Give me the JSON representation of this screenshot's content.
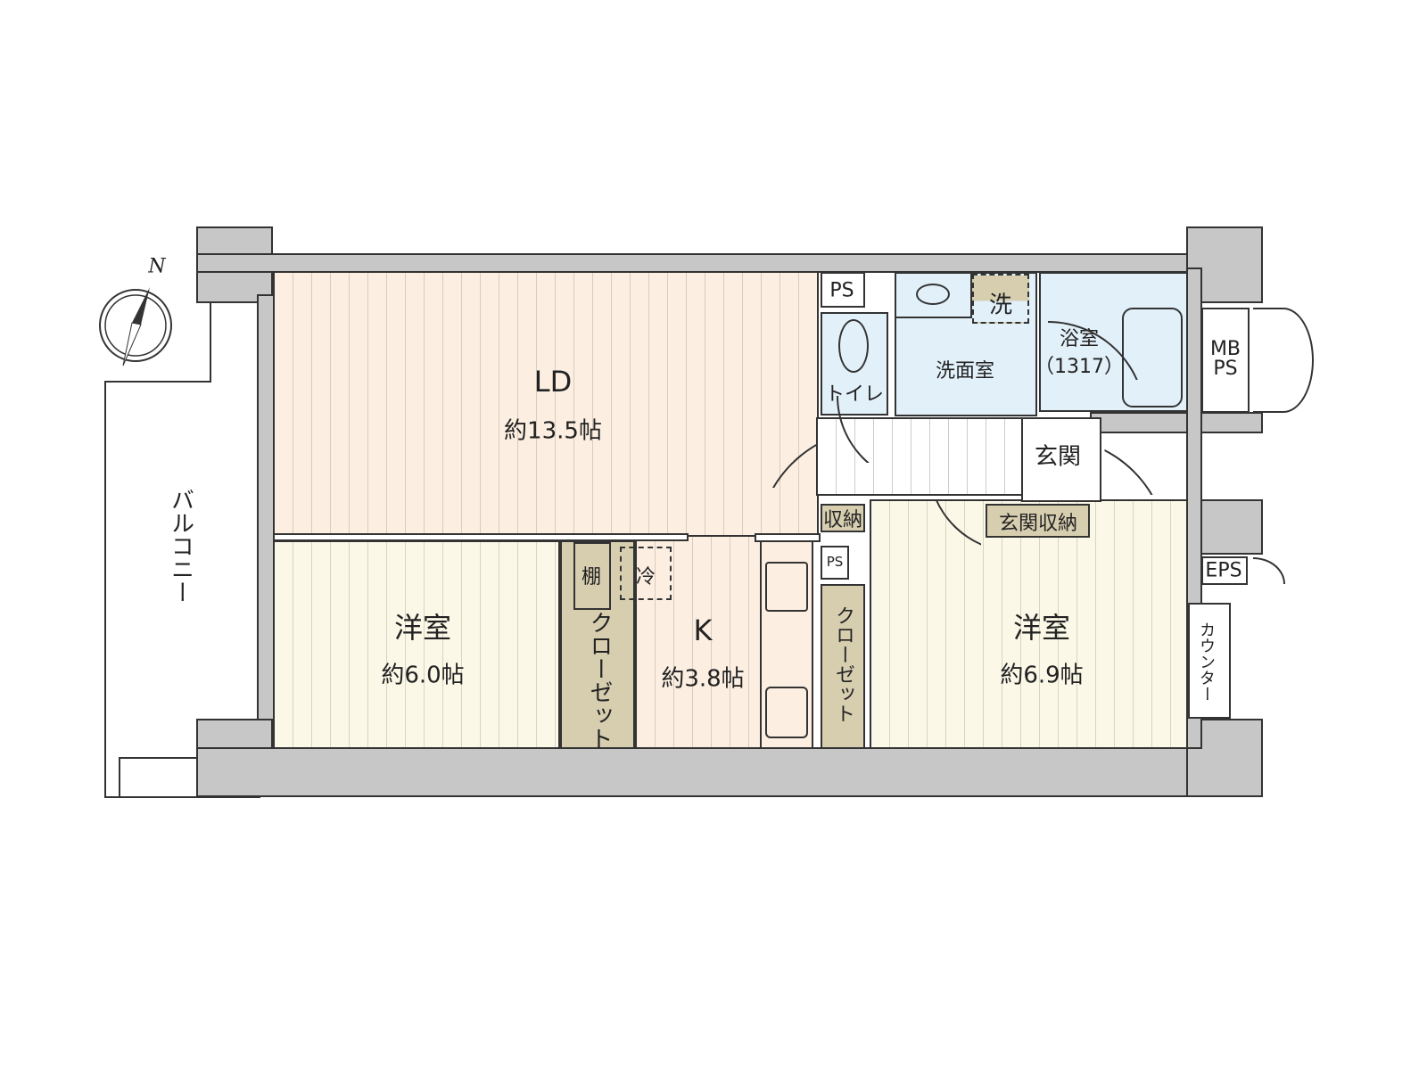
{
  "compass": {
    "label": "N"
  },
  "rooms": {
    "ld": {
      "name": "LD",
      "size": "約13.5帖"
    },
    "western_left": {
      "name": "洋室",
      "size": "約6.0帖"
    },
    "western_right": {
      "name": "洋室",
      "size": "約6.9帖"
    },
    "kitchen": {
      "name": "K",
      "size": "約3.8帖"
    },
    "balcony": "バルコニー",
    "closet_left": "クローゼット",
    "closet_right": "クローゼット",
    "shelf": "棚",
    "fridge": "冷",
    "storage": "収納",
    "entrance": "玄関",
    "entrance_storage": "玄関収納",
    "toilet": "トイレ",
    "washroom": "洗面室",
    "washer": "洗",
    "bathroom": "浴室",
    "bath_size": "（1317）",
    "ps_top": "PS",
    "ps_kitchen": "PS",
    "mbps": "MB PS",
    "eps": "EPS",
    "counter": "カウンター"
  },
  "colors": {
    "wall": "#c7c7c7",
    "ld": "#fcefe2",
    "western": "#fbf8e8",
    "wet": "#e2f0fa",
    "closet": "#d7ceb0"
  }
}
